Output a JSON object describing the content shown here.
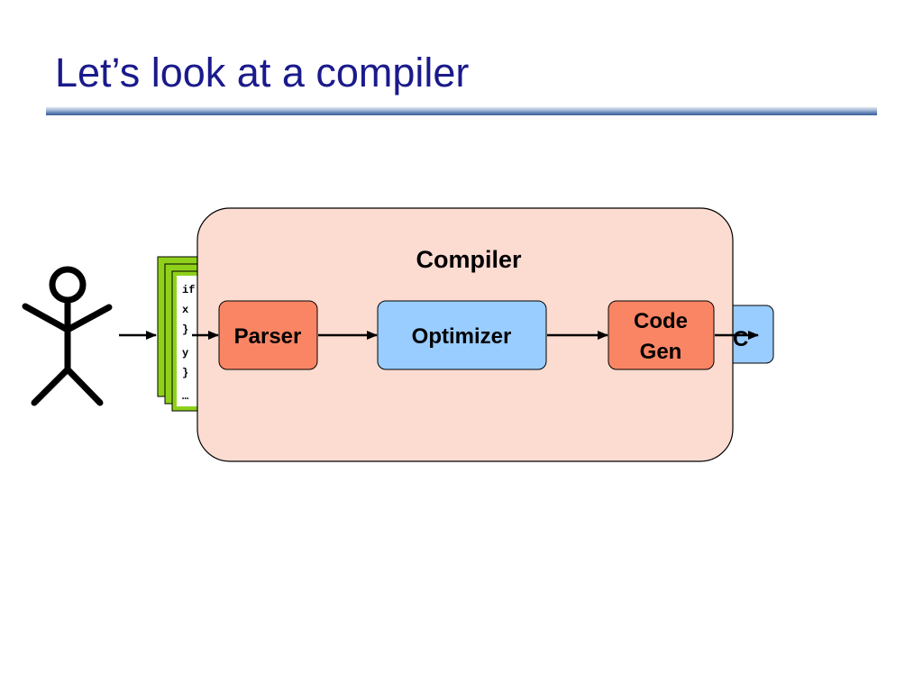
{
  "slide": {
    "title": "Let’s look at a compiler"
  },
  "diagram": {
    "source_code_lines": [
      "if",
      "  x",
      "}",
      "  y",
      "}",
      "…"
    ],
    "compiler_label": "Compiler",
    "stages": [
      {
        "label": "Parser",
        "color": "#fa8564"
      },
      {
        "label": "Optimizer",
        "color": "#99ccff"
      },
      {
        "label_lines": [
          "Code",
          "Gen"
        ],
        "color": "#fa8564"
      }
    ],
    "output_label": "C",
    "colors": {
      "compiler_box": "#fcdcd1",
      "source_pages": "#8fd11a",
      "output_box": "#99ccff"
    }
  }
}
